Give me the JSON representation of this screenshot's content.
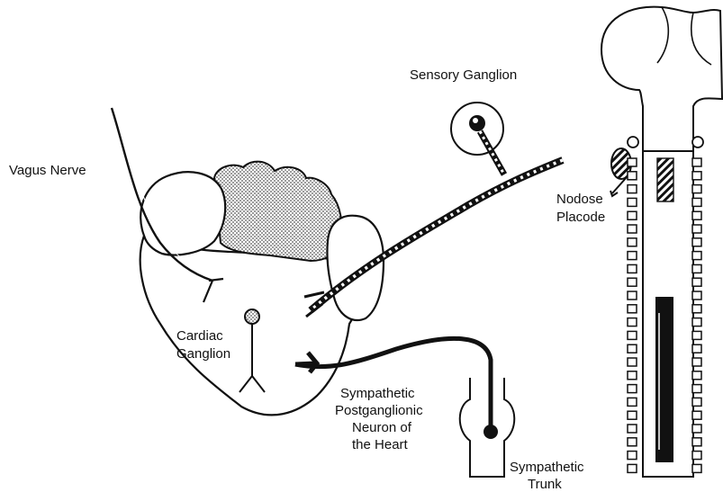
{
  "labels": {
    "vagus_nerve": "Vagus Nerve",
    "sensory_ganglion": "Sensory Ganglion",
    "nodose_line1": "Nodose",
    "nodose_line2": "Placode",
    "cardiac_line1": "Cardiac",
    "cardiac_line2": "Ganglion",
    "symp_post_line1": "Sympathetic",
    "symp_post_line2": "Postganglionic",
    "symp_post_line3": "Neuron of",
    "symp_post_line4": "the Heart",
    "symp_trunk_line1": "Sympathetic",
    "symp_trunk_line2": "Trunk"
  },
  "icons": [
    "heart-outline",
    "brainstem-neural-tube",
    "somite-squares",
    "neuron-soma"
  ],
  "colors": {
    "ink": "#111111",
    "shade": "#8a8a8a",
    "paper": "#ffffff"
  }
}
